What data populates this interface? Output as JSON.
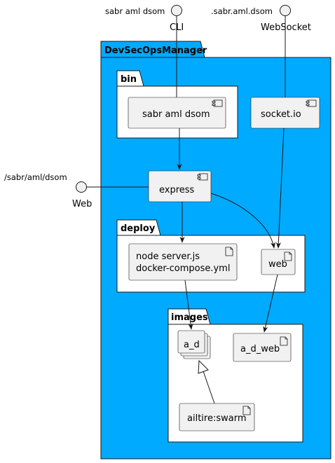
{
  "interfaces": {
    "cli": {
      "name": "CLI",
      "label": "sabr aml dsom"
    },
    "websocket": {
      "name": "WebSocket",
      "label": ".sabr.aml.dsom"
    },
    "web": {
      "name": "Web",
      "label": "/sabr/aml/dsom"
    }
  },
  "packages": {
    "main": "DevSecOpsManager",
    "bin": "bin",
    "deploy": "deploy",
    "images": "images"
  },
  "components": {
    "sabr_aml_dsom": "sabr aml dsom",
    "socket_io": "socket.io",
    "express": "express"
  },
  "artifacts": {
    "server_line1": "node server.js",
    "server_line2": "docker-compose.yml",
    "web": "web",
    "a_d": "a_d",
    "a_d_web": "a_d_web",
    "ailtire_swarm": "ailtire:swarm"
  },
  "colors": {
    "main_package_fill": "#00aaff",
    "node_fill": "#f1f1f1",
    "line": "#181818"
  }
}
